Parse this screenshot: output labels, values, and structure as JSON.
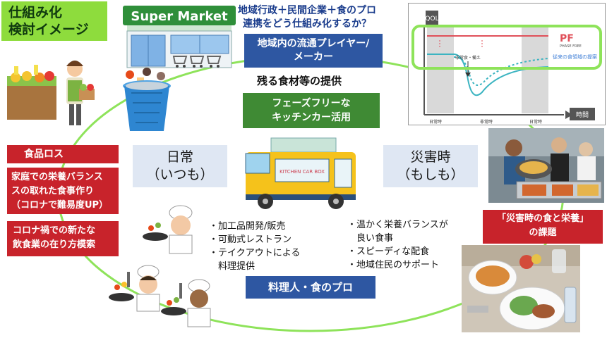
{
  "title": {
    "line1": "仕組み化",
    "line2": "検討イメージ"
  },
  "heading": {
    "line1": "地域行政＋民間企業＋食のプロ",
    "line2": "連携をどう仕組み化するか？"
  },
  "boxes": {
    "players": {
      "line1": "地域内の流通プレイヤー/",
      "line2": "メーカー"
    },
    "leftover": "残る食材等の提供",
    "phasefree": {
      "line1": "フェーズフリーな",
      "line2": "キッチンカー活用"
    },
    "chefs": "料理人・食のプロ"
  },
  "daily": {
    "line1": "日常",
    "line2": "（いつも）"
  },
  "disaster": {
    "line1": "災害時",
    "line2": "（もしも）"
  },
  "left_issues": {
    "foodloss": "食品ロス",
    "nutrition": {
      "line1": "家庭での栄養バランス",
      "line2": "スの取れた食事作り",
      "line3": "（コロナで難易度UP）"
    },
    "covid": {
      "line1": "コロナ禍での新たな",
      "line2": "飲食業の在り方模索"
    }
  },
  "right_issue": {
    "line1": "「災害時の食と栄養」",
    "line2": "の課題"
  },
  "normal_list": [
    "・加工品開発/販売",
    "・可動式レストラン",
    "・テイクアウトによる",
    "　料理提供"
  ],
  "disaster_list": [
    "・温かく栄養バランスが",
    "　良い食事",
    "・スピーディな配食",
    "・地域住民のサポート"
  ],
  "supermarket": {
    "sign": "Super Market"
  },
  "truck": {
    "sign": "KITCHEN CAR BOX"
  },
  "qol_chart": {
    "ylabel": "QOL",
    "xlabel": "時間",
    "x_ticks": [
      "日常時",
      "非常時",
      "日常時"
    ],
    "annotation": "非常食・備え",
    "legend_logo": "PF",
    "legend_logo_sub": "PHASE FREE",
    "legend_text": "従来の食領域の提案"
  },
  "colors": {
    "accent_green": "#8edc3d",
    "ring_green": "#8ee35a",
    "navy": "#2e57a2",
    "dark_green": "#3f8a34",
    "red": "#c8232b",
    "light_blue_box": "#dfe7f3",
    "chart_teal": "#3bb4c1",
    "chart_red": "#e0505a"
  }
}
